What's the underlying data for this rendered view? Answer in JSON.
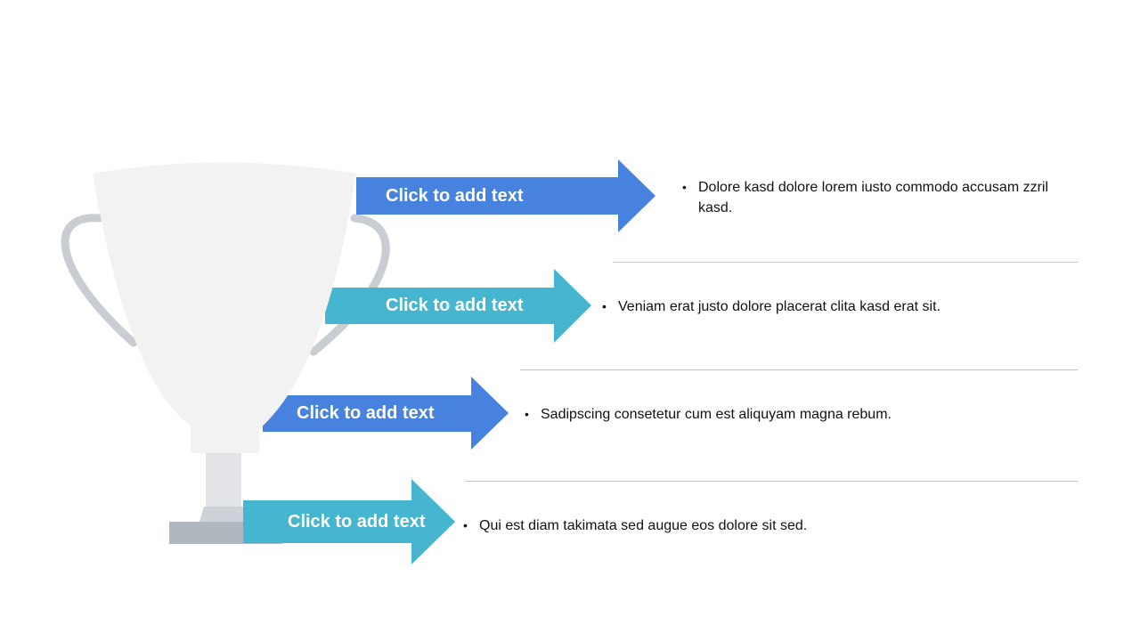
{
  "colors": {
    "arrow_blue": "#4682de",
    "arrow_cyan": "#45b5d0",
    "cup_body": "#f2f2f2",
    "cup_handle": "#c9cdd2",
    "stem": "#e2e4e7",
    "base": "#b0b7bf",
    "divider": "#bfc3c8"
  },
  "items": [
    {
      "label": "Click to add text",
      "bullet": "•",
      "text": "Dolore kasd dolore lorem iusto commodo accusam zzril kasd."
    },
    {
      "label": "Click to add text",
      "bullet": "•",
      "text": "Veniam erat justo dolore placerat clita kasd erat sit."
    },
    {
      "label": "Click to add text",
      "bullet": "•",
      "text": "Sadipscing consetetur cum est aliquyam magna rebum."
    },
    {
      "label": "Click to add text",
      "bullet": "•",
      "text": "Qui est diam takimata sed augue eos dolore sit sed."
    }
  ]
}
